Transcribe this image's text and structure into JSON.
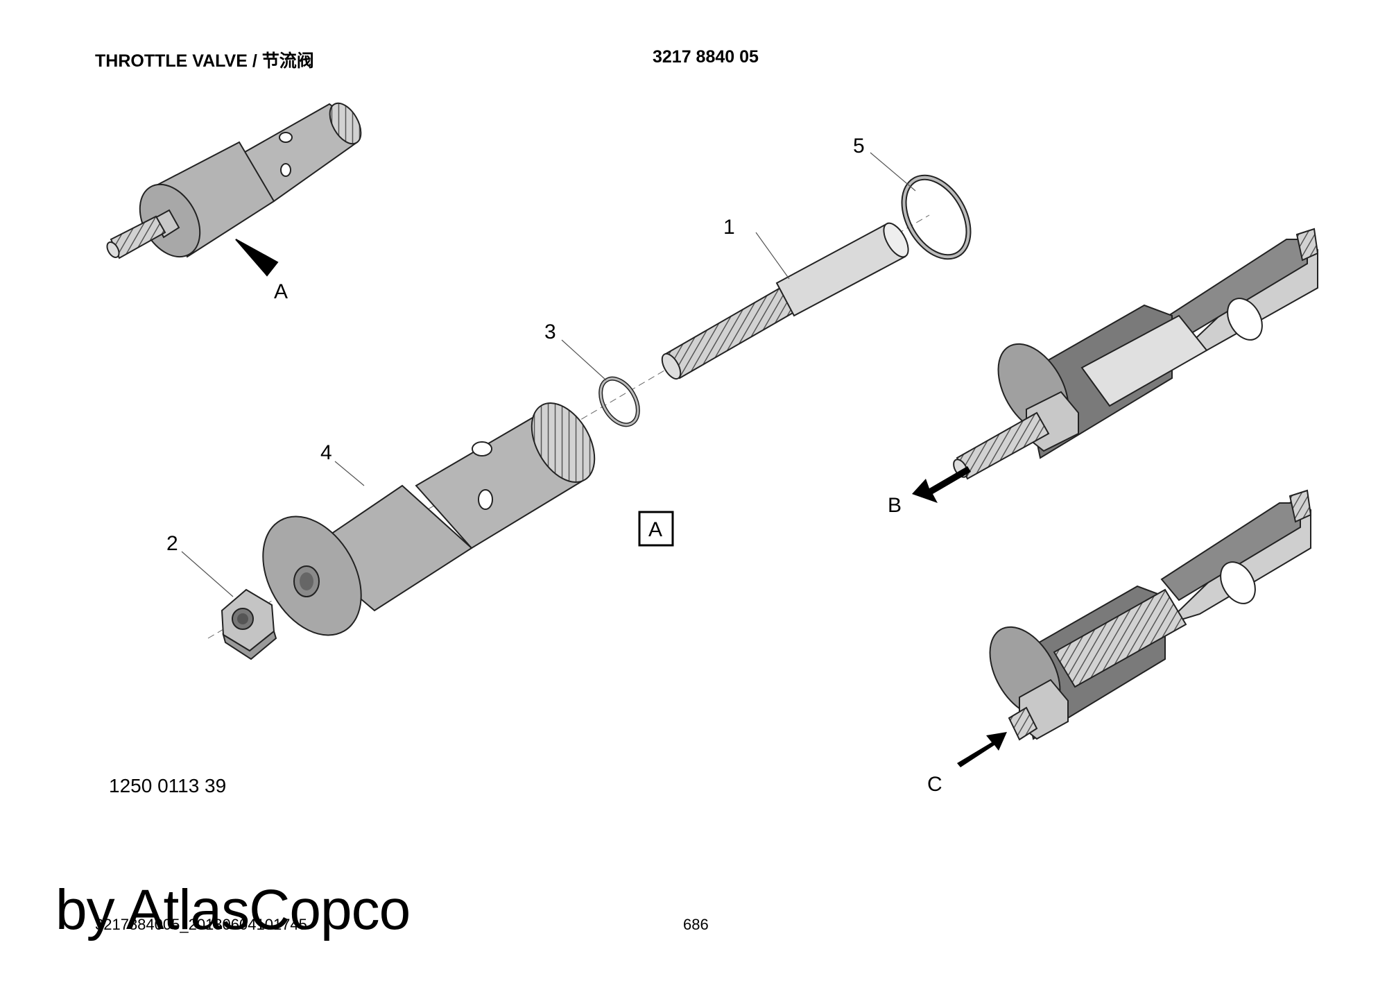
{
  "header": {
    "title": "THROTTLE VALVE / 节流阀",
    "part_number": "3217 8840 05"
  },
  "callouts": {
    "item1": "1",
    "item2": "2",
    "item3": "3",
    "item4": "4",
    "item5": "5",
    "view_a": "A",
    "view_b": "B",
    "view_c": "C",
    "box_a": "A"
  },
  "drawing_code": "1250 0113 39",
  "footer": {
    "reference": "3217884005_20130604101745",
    "page_number": "686"
  },
  "watermark": "by AtlasCopco",
  "colors": {
    "body_gray": "#b4b4b4",
    "dark_gray": "#8a8a8a",
    "light_gray": "#dcdcdc",
    "section_gray": "#7a7a7a",
    "outline": "#1a1a1a"
  }
}
